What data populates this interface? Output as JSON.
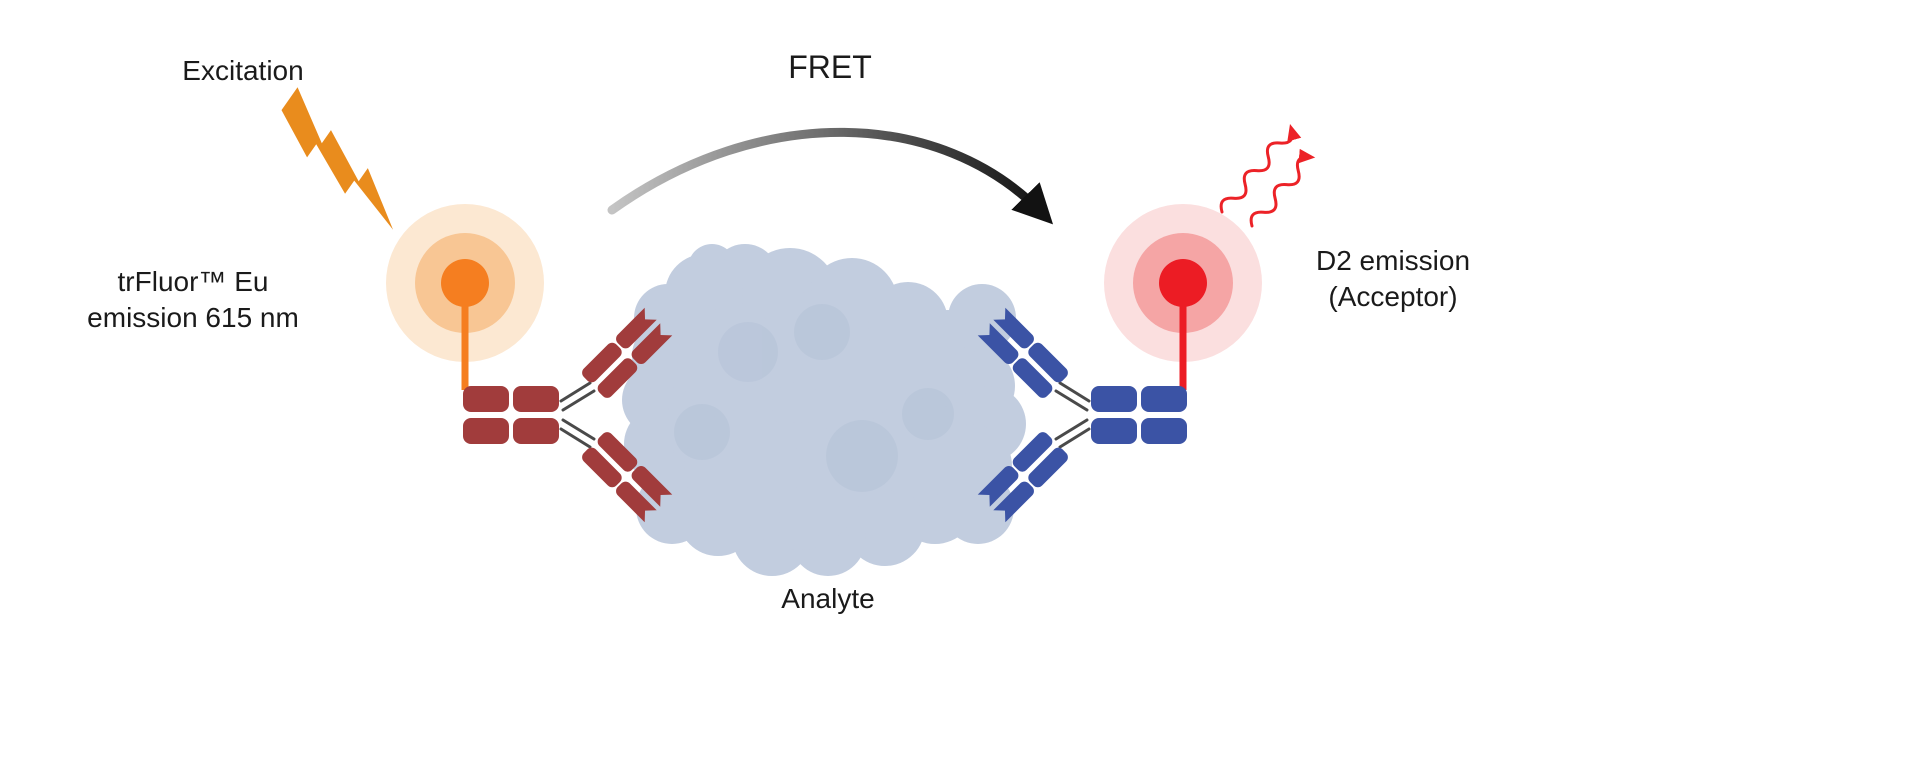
{
  "diagram": {
    "fret_label": "FRET",
    "excitation_label": "Excitation",
    "donor_label_line1": "trFluor™ Eu",
    "donor_label_line2": "emission 615 nm",
    "acceptor_label_line1": "D2 emission",
    "acceptor_label_line2": "(Acceptor)",
    "analyte_label": "Analyte",
    "colors": {
      "background": "#FFFFFF",
      "text": "#1A1A1A",
      "bolt": "#E98C1D",
      "donor_core": "#F57E20",
      "donor_glow_mid": "#F8C694",
      "donor_glow_outer": "#FCE8D2",
      "acceptor_core": "#EC1C24",
      "acceptor_glow_mid": "#F5A5A5",
      "acceptor_glow_outer": "#FBDFDF",
      "donor_antibody": "#A13C3C",
      "acceptor_antibody": "#3B53A5",
      "analyte": "#C2CDDF",
      "analyte_shade": "#AEBDD3",
      "hinge": "#4A4A4A",
      "fret_arrow_start": "#C4C4C4",
      "fret_arrow_end": "#121212",
      "emission_wave": "#EC2227"
    }
  }
}
